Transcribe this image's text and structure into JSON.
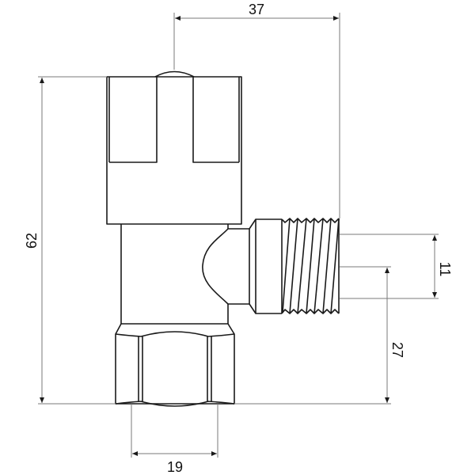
{
  "drawing": {
    "title": "Angle valve technical drawing",
    "units": "mm",
    "colors": {
      "outline": "#1a1a1a",
      "dimension_line": "#7a7a7a",
      "background": "#ffffff"
    },
    "dimensions": {
      "top_width": {
        "label": "37",
        "orientation": "horizontal",
        "position": "top"
      },
      "overall_height": {
        "label": "62",
        "orientation": "vertical",
        "position": "left"
      },
      "outlet_diameter": {
        "label": "11",
        "orientation": "vertical",
        "position": "right"
      },
      "outlet_axis_height": {
        "label": "27",
        "orientation": "vertical",
        "position": "right"
      },
      "inlet_nut_width": {
        "label": "19",
        "orientation": "horizontal",
        "position": "bottom"
      }
    },
    "parts": [
      {
        "name": "handle-cap"
      },
      {
        "name": "valve-body"
      },
      {
        "name": "side-outlet-thread"
      },
      {
        "name": "inlet-hex-nut"
      }
    ]
  }
}
